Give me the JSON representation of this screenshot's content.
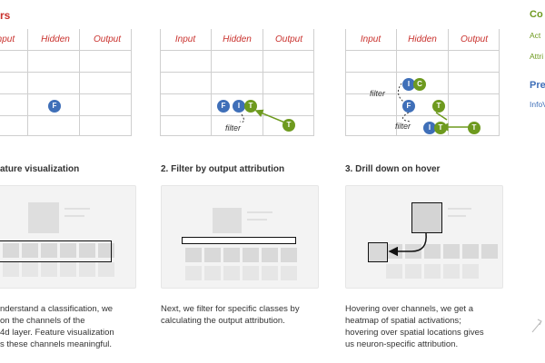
{
  "header": {
    "title_fragment": "rs"
  },
  "columns": {
    "input": "Input",
    "hidden": "Hidden",
    "output": "Output"
  },
  "diagrams": {
    "d1": {
      "node_f": "F"
    },
    "d2": {
      "node_f": "F",
      "node_i": "I",
      "node_t": "T",
      "node_t_out": "T",
      "filter_label": "filter"
    },
    "d3": {
      "node_i_top": "I",
      "node_c": "C",
      "node_f": "F",
      "node_t_mid": "T",
      "node_i_bot": "I",
      "node_t_bot": "T",
      "node_t_out": "T",
      "filter_label_top": "filter",
      "filter_label_bot": "filter"
    }
  },
  "steps": [
    {
      "title": "ature visualization",
      "desc": [
        "nderstand a classification, we",
        "on the channels of the",
        "4d layer. Feature visualization",
        "s these channels meaningful."
      ]
    },
    {
      "title": "2. Filter by output attribution",
      "desc": [
        "Next, we filter for specific classes by",
        "calculating the output attribution."
      ]
    },
    {
      "title": "3. Drill down on hover",
      "desc": [
        "Hovering over channels, we get a",
        "heatmap of spatial activations;",
        "hovering over spatial locations gives",
        "us neuron-specific attribution."
      ]
    }
  ],
  "sidebar": {
    "heading1": "Co",
    "item1": "Act",
    "item2": "Attri",
    "heading2": "Pre",
    "item3": "InfoV"
  },
  "colors": {
    "red": "#c9302c",
    "blue": "#3f6fb8",
    "green": "#6e9a1f"
  }
}
